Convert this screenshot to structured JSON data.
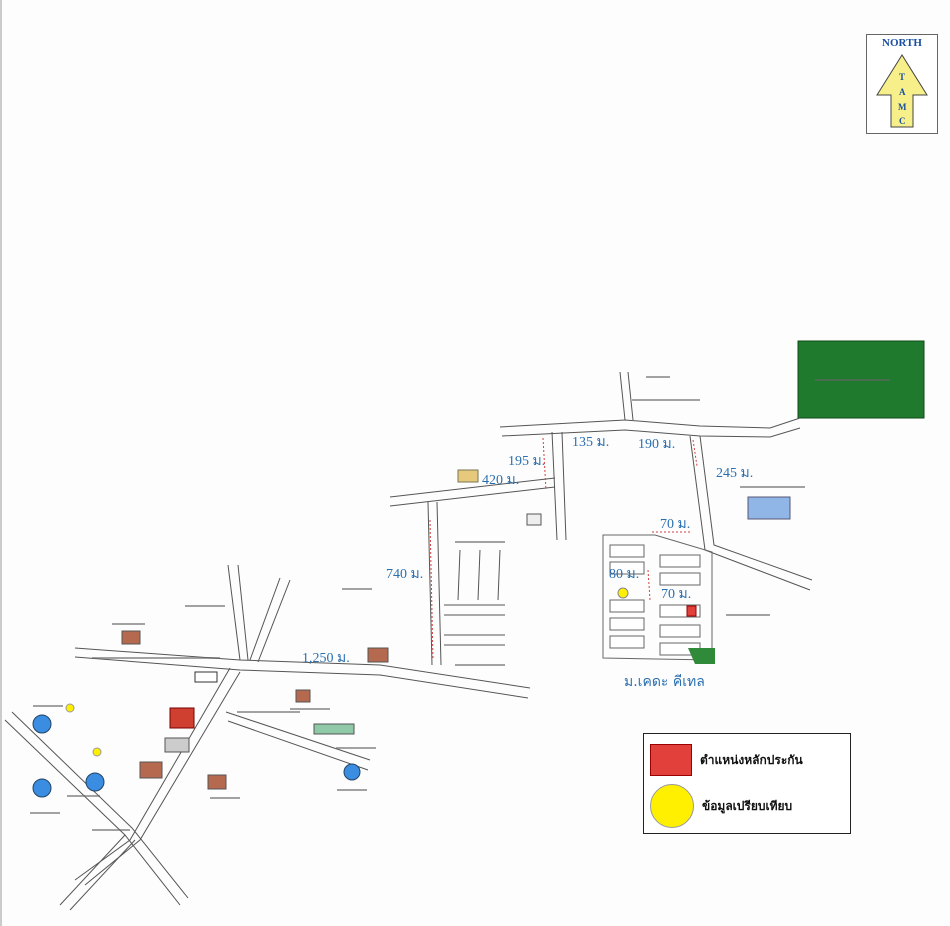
{
  "north": {
    "label": "NORTH",
    "letters": [
      "T",
      "A",
      "M",
      "C"
    ],
    "color": "#f7ef8a"
  },
  "distances": {
    "d135": "135 ม.",
    "d190": "190 ม.",
    "d195": "195 ม.",
    "d420": "420 ม.",
    "d245": "245 ม.",
    "d70_top": "70 ม.",
    "d80": "80 ม.",
    "d70_mid": "70 ม.",
    "d740": "740 ม.",
    "d1250": "1,250 ม."
  },
  "village": "ม.เคดะ คีเทล",
  "legend": {
    "collateral": "ตำแหน่งหลักประกัน",
    "comparison": "ข้อมูลเปรียบเทียบ",
    "collateral_color": "#e2403b",
    "comparison_color": "#fff000"
  },
  "colors": {
    "green_area": "#1f7a2e",
    "road": "#555555",
    "distance_text": "#2a6fb0"
  }
}
